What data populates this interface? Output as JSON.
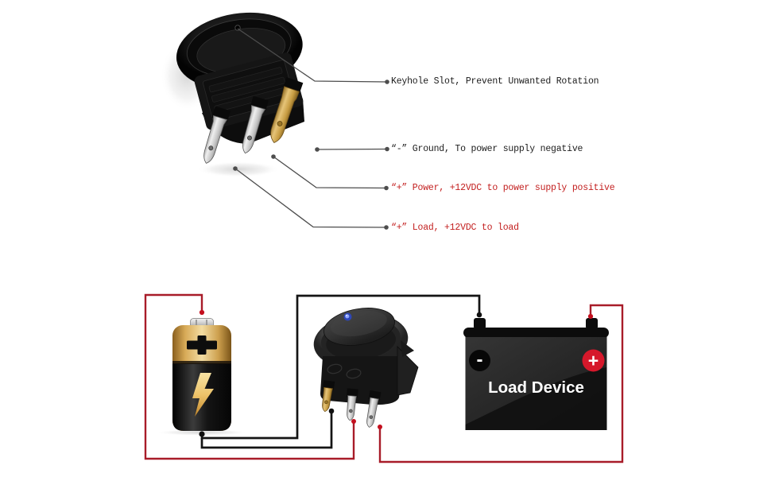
{
  "callout_labels": {
    "keyhole": "Keyhole Slot, Prevent Unwanted Rotation",
    "ground": "“-” Ground, To power supply negative",
    "power": "“+” Power, +12VDC to power supply positive",
    "load": "“+” Load, +12VDC to load"
  },
  "wiring_diagram": {
    "load_device": {
      "title": "Load Device",
      "negative_badge": "-",
      "positive_badge": "+"
    },
    "icons": {
      "battery": "battery-icon",
      "battery_plus": "battery-plus-icon",
      "battery_bolt": "lightning-bolt-icon",
      "rocker_switch": "rocker-switch-icon",
      "switch_led": "led-indicator-icon",
      "keyhole": "keyhole-slot-icon"
    }
  },
  "colors": {
    "label_text": "#1c1c1c",
    "label_text_red": "#c32020",
    "callout_line": "#4d4d4d",
    "wire_black": "#141414",
    "wire_red": "#a81c29",
    "battery_gold": "#d9a84e",
    "led_blue": "#7f9bff",
    "positive_badge_red": "#d6182b",
    "background": "#ffffff"
  }
}
